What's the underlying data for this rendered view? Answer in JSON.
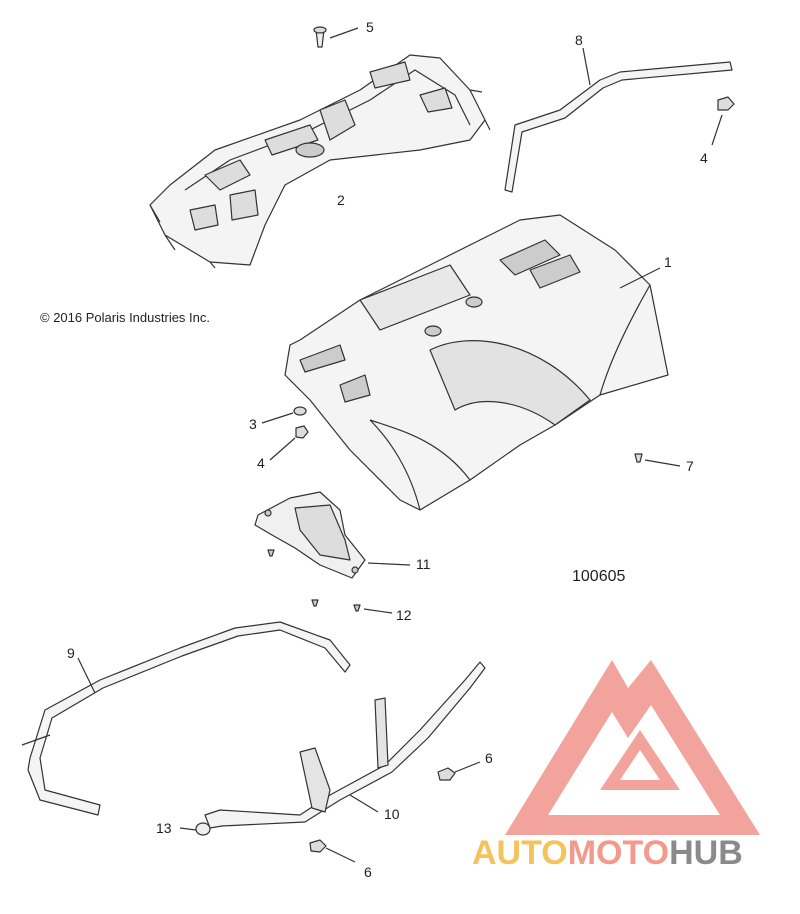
{
  "copyright": "© 2016 Polaris Industries Inc.",
  "drawing_number": "100605",
  "callouts": [
    "5",
    "8",
    "4",
    "2",
    "1",
    "3",
    "4",
    "7",
    "11",
    "12",
    "9",
    "6",
    "10",
    "13",
    "6"
  ],
  "watermark": {
    "part1": "AUTO",
    "part2": "MOTO",
    "part3": "HUB",
    "colors": {
      "auto": "#f5c35b",
      "moto": "#f39a8c",
      "hub": "#8a8a8a",
      "logo": "#f0938a"
    }
  }
}
